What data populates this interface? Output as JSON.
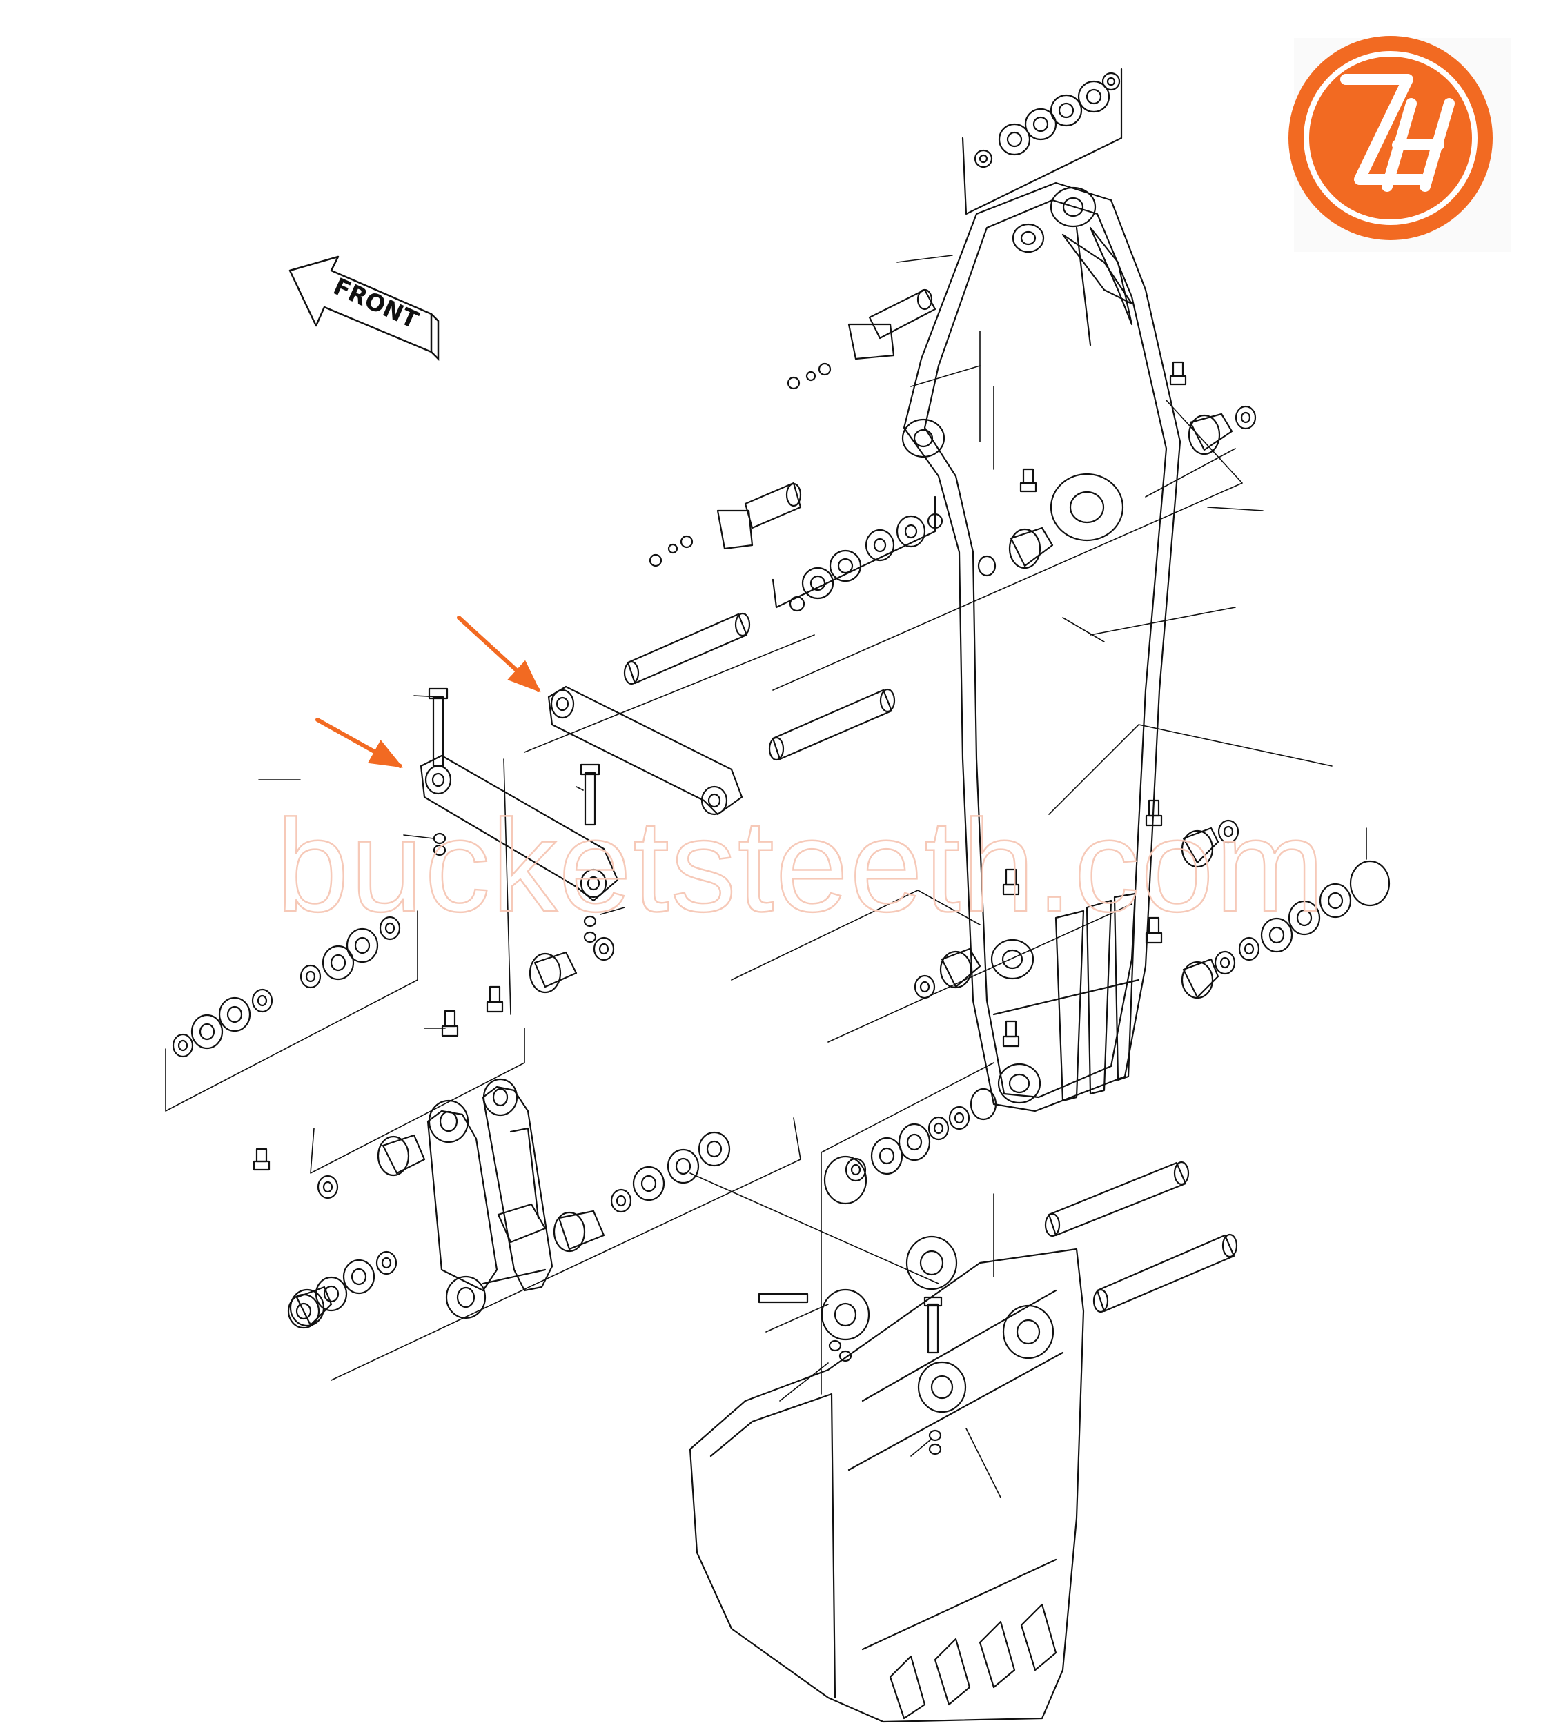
{
  "front_label": "FRONT",
  "watermark_text": "bucketsteeth.com",
  "logo": {
    "letters": "ZH",
    "color": "#f26a22"
  },
  "arrow_color": "#f26a22",
  "line_color": "#111111",
  "callout_arrows": [
    "link-upper",
    "link-lower"
  ]
}
